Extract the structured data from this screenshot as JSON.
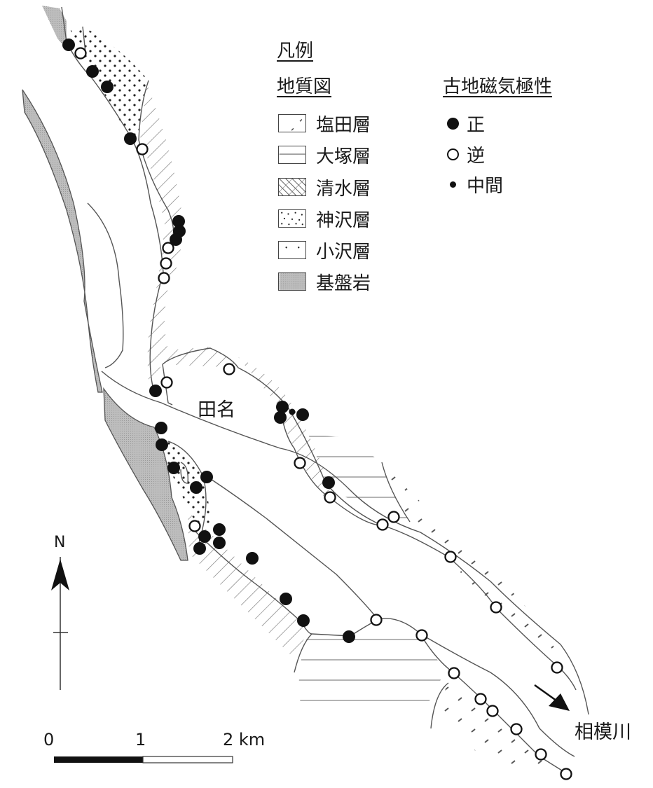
{
  "legend": {
    "title": "凡例",
    "geology": {
      "title": "地質図",
      "items": [
        {
          "label": "塩田層",
          "pattern": "sparse-ticks"
        },
        {
          "label": "大塚層",
          "pattern": "horizontal-lines"
        },
        {
          "label": "清水層",
          "pattern": "diagonal-hatch"
        },
        {
          "label": "神沢層",
          "pattern": "dense-dots"
        },
        {
          "label": "小沢層",
          "pattern": "sparse-dots"
        },
        {
          "label": "基盤岩",
          "pattern": "gray-fill"
        }
      ]
    },
    "polarity": {
      "title": "古地磁気極性",
      "items": [
        {
          "label": "正",
          "symbol": "filled-circle"
        },
        {
          "label": "逆",
          "symbol": "open-circle"
        },
        {
          "label": "中間",
          "symbol": "small-dot"
        }
      ]
    }
  },
  "map": {
    "place_label": "田名",
    "river_label": "相模川",
    "north_label": "N"
  },
  "scale_bar": {
    "labels": [
      "0",
      "1",
      "2 km"
    ],
    "unit": "km"
  },
  "colors": {
    "ink": "#1a1a1a",
    "line": "#555555",
    "basement": "#b8b8b8"
  }
}
